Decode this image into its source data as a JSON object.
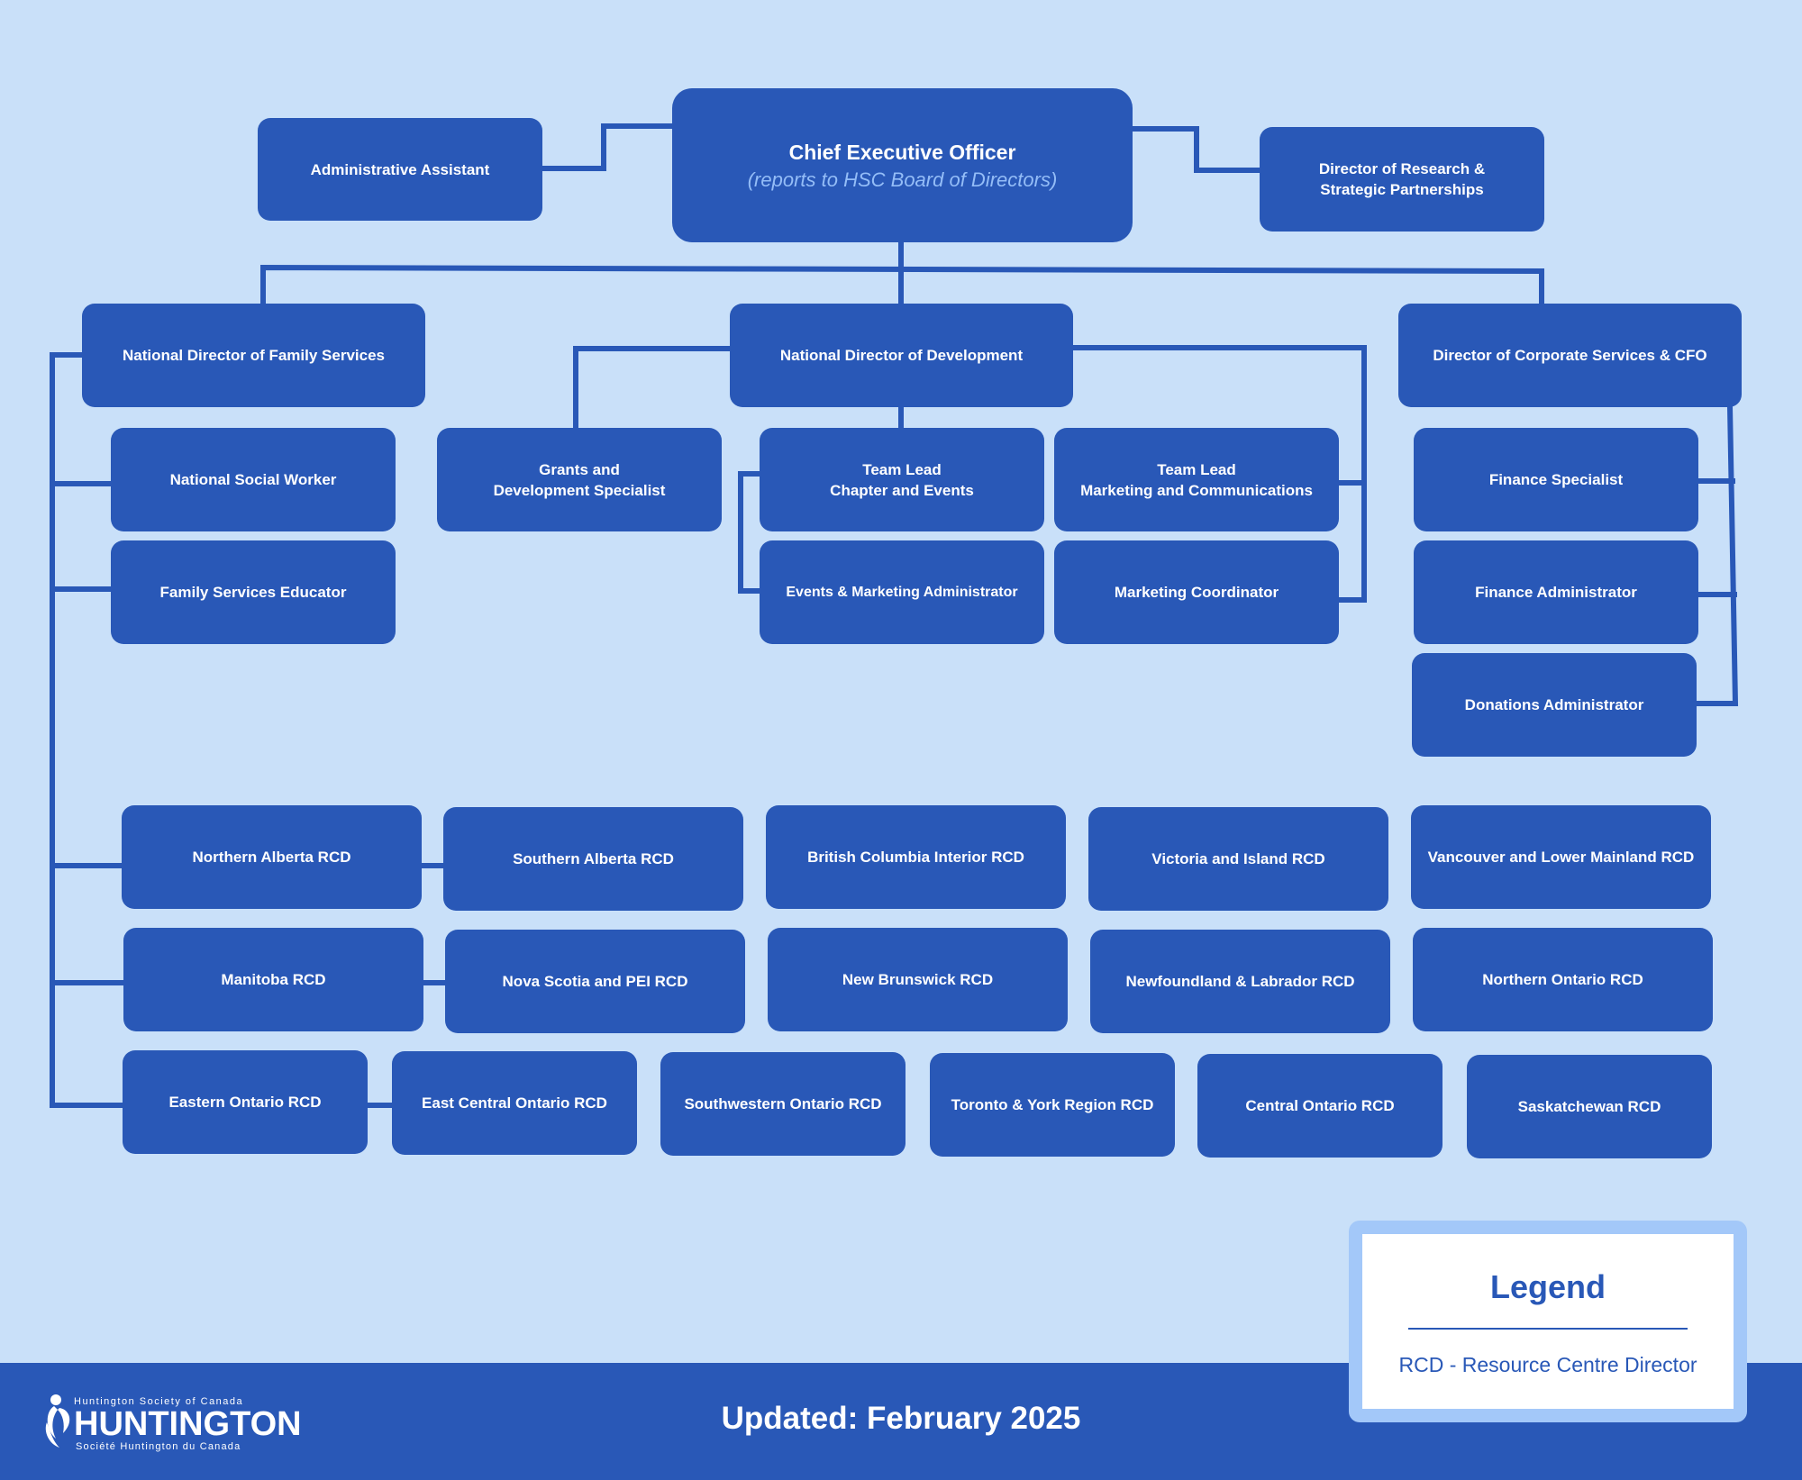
{
  "nodes": {
    "ceo": {
      "title": "Chief Executive Officer",
      "subtitle": "(reports to HSC Board of Directors)"
    },
    "admin_assistant": {
      "lines": [
        "Administrative Assistant"
      ]
    },
    "research_director": {
      "lines": [
        "Director of Research &",
        "Strategic Partnerships"
      ]
    },
    "family_services": {
      "lines": [
        "National Director of Family Services"
      ]
    },
    "development": {
      "lines": [
        "National Director of Development"
      ]
    },
    "corporate_services": {
      "lines": [
        "Director of Corporate Services & CFO"
      ]
    },
    "social_worker": {
      "lines": [
        "National Social Worker"
      ]
    },
    "family_educator": {
      "lines": [
        "Family Services Educator"
      ]
    },
    "grants_specialist": {
      "lines": [
        "Grants and",
        "Development Specialist"
      ]
    },
    "team_lead_chapter": {
      "lines": [
        "Team Lead",
        "Chapter and Events"
      ]
    },
    "team_lead_marketing": {
      "lines": [
        "Team Lead",
        "Marketing and Communications"
      ]
    },
    "events_admin": {
      "lines": [
        "Events & Marketing Administrator"
      ]
    },
    "marketing_coordinator": {
      "lines": [
        "Marketing Coordinator"
      ]
    },
    "finance_specialist": {
      "lines": [
        "Finance Specialist"
      ]
    },
    "finance_admin": {
      "lines": [
        "Finance Administrator"
      ]
    },
    "donations_admin": {
      "lines": [
        "Donations Administrator"
      ]
    }
  },
  "rcd_rows": [
    [
      "Northern Alberta RCD",
      "Southern Alberta RCD",
      "British Columbia Interior RCD",
      "Victoria and Island RCD",
      "Vancouver and Lower Mainland RCD"
    ],
    [
      "Manitoba RCD",
      "Nova Scotia and PEI RCD",
      "New Brunswick RCD",
      "Newfoundland & Labrador RCD",
      "Northern Ontario RCD"
    ],
    [
      "Eastern Ontario RCD",
      "East Central Ontario RCD",
      "Southwestern Ontario RCD",
      "Toronto & York Region RCD",
      "Central Ontario RCD",
      "Saskatchewan RCD"
    ]
  ],
  "legend": {
    "title": "Legend",
    "text": "RCD - Resource Centre Director"
  },
  "footer": {
    "updated": "Updated: February 2025"
  },
  "logo": {
    "top_text": "Huntington Society of Canada",
    "main_text": "HUNTINGTON",
    "bottom_text": "Société Huntington du Canada",
    "icon": "leaf-figure-icon"
  },
  "colors": {
    "background": "#c9e0f9",
    "box": "#2958b7",
    "accent_light": "#94bdf7",
    "legend_border": "#a3c8f9",
    "text_light": "#ffffff"
  }
}
